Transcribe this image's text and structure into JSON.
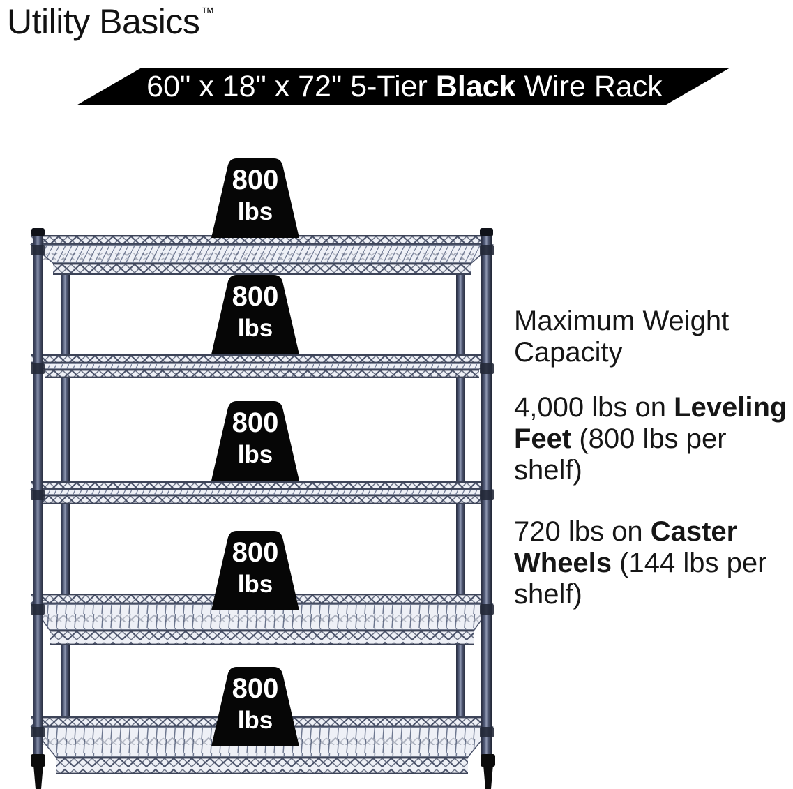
{
  "brand": {
    "name": "Utility Basics",
    "trademark": "™"
  },
  "banner": {
    "prefix": "60\" x 18\" x 72\" 5-Tier ",
    "highlight": "Black",
    "suffix": " Wire Rack",
    "background": "#000000",
    "text_color": "#ffffff"
  },
  "weights": [
    {
      "value": "800",
      "unit": "lbs"
    },
    {
      "value": "800",
      "unit": "lbs"
    },
    {
      "value": "800",
      "unit": "lbs"
    },
    {
      "value": "800",
      "unit": "lbs"
    },
    {
      "value": "800",
      "unit": "lbs"
    }
  ],
  "info": {
    "heading": {
      "line1": "Maximum Weight",
      "line2": "Capacity"
    },
    "leveling": {
      "l1_pre": "4,000 lbs on ",
      "l1_bold": "Leveling",
      "l2_bold": "Feet",
      "l2_rest": " (800 lbs per",
      "l3": "shelf)"
    },
    "caster": {
      "l1_pre": "720 lbs on ",
      "l1_bold": "Caster",
      "l2_bold": "Wheels",
      "l2_rest": " (144 lbs per",
      "l3": "shelf)"
    }
  },
  "rack": {
    "tiers": 5,
    "frame_color": "#3b4257",
    "surface_tint": "#eef0f6",
    "badge_color": "#060606"
  }
}
